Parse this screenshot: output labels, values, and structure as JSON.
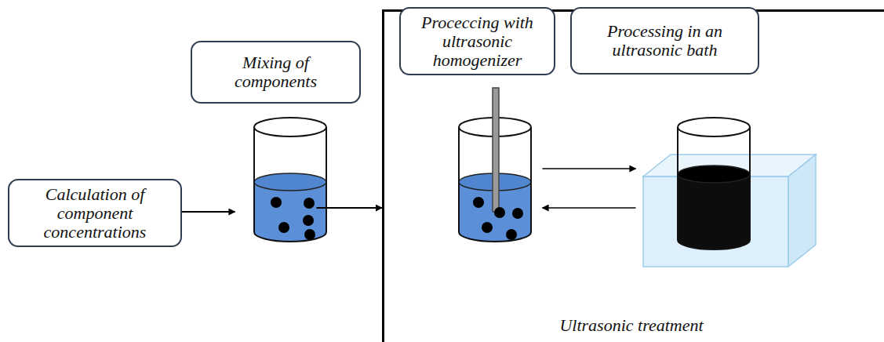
{
  "diagram": {
    "nodes": [
      {
        "text": [
          "Calculation of component concentrations"
        ]
      },
      {
        "text": [
          "Mixing of components"
        ]
      },
      {
        "text": [
          "Ultrasonic treatment"
        ]
      },
      {
        "text": [
          "Proceccing with ultrasonic homogenizer"
        ],
        "in": 2
      },
      {
        "text": [
          "Processing in an ultrasonic bath"
        ],
        "in": 2
      }
    ],
    "edges": [
      {
        "from": 0,
        "to": 1,
        "arrow": "to"
      },
      {
        "from": 1,
        "to": 2,
        "arrow": "to"
      },
      {
        "from": 3,
        "to": 4,
        "arrow": "to"
      },
      {
        "from": 4,
        "to": 3,
        "arrow": "to"
      }
    ]
  }
}
